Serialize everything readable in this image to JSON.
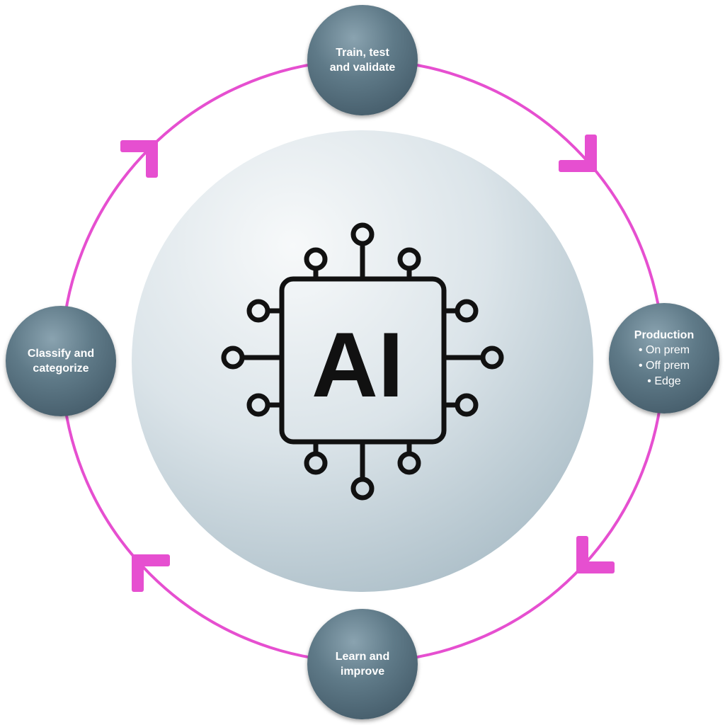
{
  "center": {
    "label": "AI"
  },
  "nodes": {
    "top": {
      "label": "Train, test\nand validate"
    },
    "right": {
      "label": "Production",
      "bullets": [
        "• On prem",
        "• Off prem",
        "• Edge"
      ]
    },
    "bottom": {
      "label": "Learn and\nimprove"
    },
    "left": {
      "label": "Classify and\ncategorize"
    }
  },
  "colors": {
    "ring": "#e64fd0",
    "node": "#56707e",
    "chip": "#111111"
  }
}
